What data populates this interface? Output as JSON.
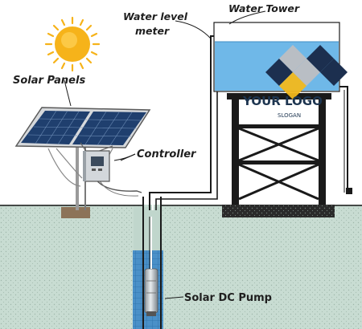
{
  "labels": {
    "solar_panels": "Solar Panels",
    "water_level_meter_line1": "Water level",
    "water_level_meter_line2": "meter",
    "water_tower": "Water Tower",
    "controller": "Controller",
    "solar_dc_pump": "Solar DC Pump"
  },
  "logo": {
    "text": "YOUR LOGO",
    "subtext": "SLOGAN"
  },
  "colors": {
    "sky": "#ffffff",
    "ground": "#c8dcd2",
    "soil": "#b8ccc2",
    "water": "#6fb8e8",
    "sun": "#f6b31a",
    "panel": "#1f3f6e",
    "tower": "#1a1a1a",
    "pipe": "#222222",
    "logo_gray": "#b9bec4",
    "logo_navy": "#1c2f4f",
    "logo_yellow": "#f2b81c"
  }
}
